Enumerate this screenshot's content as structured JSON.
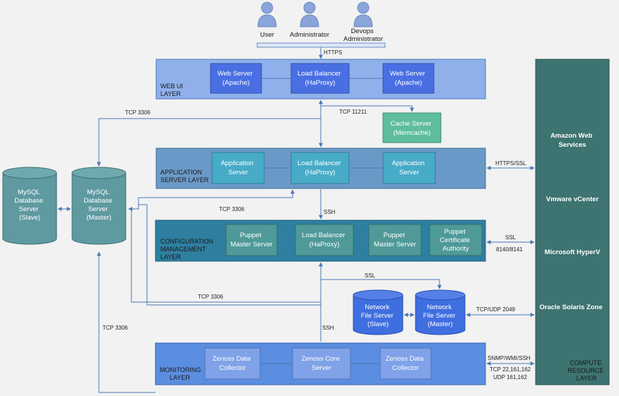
{
  "users": {
    "user": "User",
    "administrator": "Administrator",
    "devops": [
      "Devops",
      "Administrator"
    ]
  },
  "layers": {
    "web_ui": [
      "WEB UI",
      "LAYER"
    ],
    "application": [
      "APPLICATION",
      "SERVER LAYER"
    ],
    "configuration": [
      "CONFIGURATION",
      "MANAGEMENT",
      "LAYER"
    ],
    "monitoring": [
      "MONITORING",
      "LAYER"
    ]
  },
  "web_ui_layer": {
    "web_server_left": [
      "Web Server",
      "(Apache)"
    ],
    "load_balancer": [
      "Load Balancer",
      "(HaProxy)"
    ],
    "web_server_right": [
      "Web Server",
      "(Apache)"
    ]
  },
  "app_layer": {
    "app_server_left": [
      "Application",
      "Server"
    ],
    "load_balancer": [
      "Load Balancer",
      "(HaProxy)"
    ],
    "app_server_right": [
      "Application",
      "Server"
    ]
  },
  "config_layer": {
    "puppet_master_left": [
      "Puppet",
      "Master Server"
    ],
    "load_balancer": [
      "Load Balancer",
      "(HaProxy)"
    ],
    "puppet_master_right": [
      "Puppet",
      "Master Server"
    ],
    "puppet_ca": [
      "Puppet",
      "Certificate",
      "Authority"
    ]
  },
  "monitoring_layer": {
    "zenoss_collector_left": [
      "Zenoss Data",
      "Collector"
    ],
    "zenoss_core": [
      "Zenoss Core",
      "Server"
    ],
    "zenoss_collector_right": [
      "Zenoss Data",
      "Collector"
    ]
  },
  "cache_server": [
    "Cache Server",
    "(Memcache)"
  ],
  "databases": {
    "mysql_slave": [
      "MySQL",
      "Database",
      "Server",
      "(Slave)"
    ],
    "mysql_master": [
      "MySQL",
      "Database",
      "Server",
      "(Master)"
    ]
  },
  "nfs": {
    "slave": [
      "Network",
      "File Server",
      "(Slave)"
    ],
    "master": [
      "Network",
      "File Server",
      "(Master)"
    ]
  },
  "compute": {
    "aws": [
      "Amazon Web",
      "Services"
    ],
    "vmware": "Vmware vCenter",
    "hyperv": "Microsoft HyperV",
    "solaris": "Oracle Solaris Zone",
    "layer_label": [
      "COMPUTE",
      "RESOURCE",
      "LAYER"
    ]
  },
  "connections": {
    "https": "HTTPS",
    "tcp_3306_top": "TCP 3306",
    "tcp_11211": "TCP 11211",
    "https_ssl": "HTTPS/SSL",
    "tcp_3306_mid": "TCP 3306",
    "ssh_app": "SSH",
    "ssl_config": "SSL",
    "ports_config": "8140/8141",
    "ssl_nfs": "SSL",
    "tcp_3306_low": "TCP 3306",
    "tcp_udp_2049": "TCP/UDP 2049",
    "tcp_3306_left": "TCP 3306",
    "ssh_monitor": "SSH",
    "snmp": "SNMP/WMI/SSH",
    "tcp_ports": "TCP  22,161,162",
    "udp_ports": "UDP 161,162"
  },
  "colors": {
    "background": "#f2f2f2",
    "web_layer": "#8fb0ea",
    "web_box": "#4a6fe3",
    "app_layer": "#6b99c7",
    "app_box": "#47abc8",
    "config_layer": "#2e7fa0",
    "config_box": "#4f9a98",
    "monitor_layer": "#5b8de0",
    "monitor_box": "#7fa2e8",
    "cache": "#5ebe9c",
    "database": "#5e9aa0",
    "nfs": "#3f6ee0",
    "compute": "#3d7370",
    "line": "#4a78b5"
  }
}
